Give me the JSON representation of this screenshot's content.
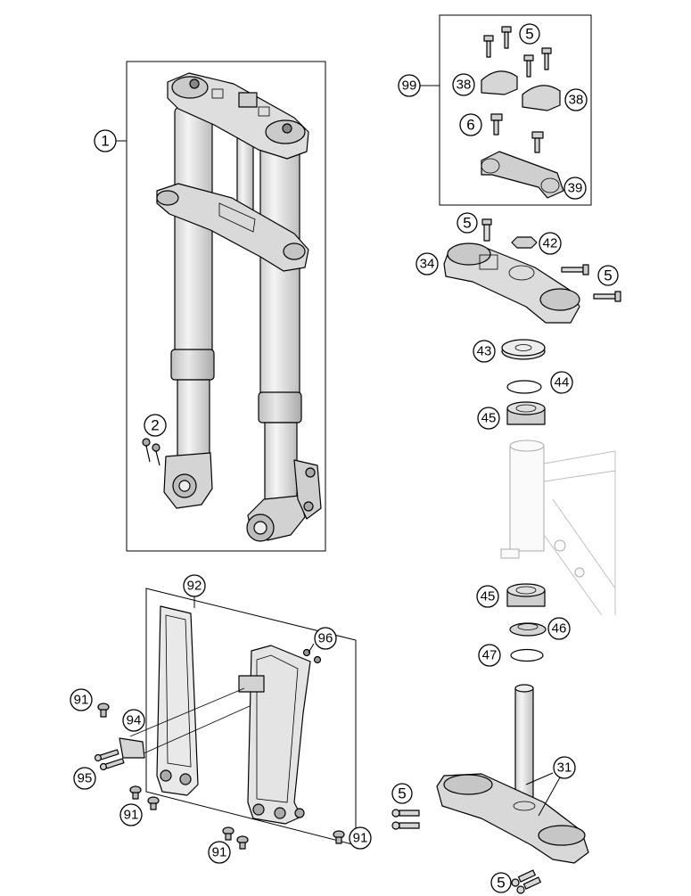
{
  "labels": [
    {
      "id": "1",
      "text": "1"
    },
    {
      "id": "2",
      "text": "2"
    },
    {
      "id": "5a",
      "text": "5"
    },
    {
      "id": "38a",
      "text": "38"
    },
    {
      "id": "38b",
      "text": "38"
    },
    {
      "id": "6",
      "text": "6"
    },
    {
      "id": "39",
      "text": "39"
    },
    {
      "id": "99",
      "text": "99"
    },
    {
      "id": "5b",
      "text": "5"
    },
    {
      "id": "42",
      "text": "42"
    },
    {
      "id": "34",
      "text": "34"
    },
    {
      "id": "5c",
      "text": "5"
    },
    {
      "id": "43",
      "text": "43"
    },
    {
      "id": "44",
      "text": "44"
    },
    {
      "id": "45a",
      "text": "45"
    },
    {
      "id": "45b",
      "text": "45"
    },
    {
      "id": "46",
      "text": "46"
    },
    {
      "id": "47",
      "text": "47"
    },
    {
      "id": "92",
      "text": "92"
    },
    {
      "id": "96",
      "text": "96"
    },
    {
      "id": "91a",
      "text": "91"
    },
    {
      "id": "94",
      "text": "94"
    },
    {
      "id": "95",
      "text": "95"
    },
    {
      "id": "91b",
      "text": "91"
    },
    {
      "id": "91c",
      "text": "91"
    },
    {
      "id": "91d",
      "text": "91"
    },
    {
      "id": "5d",
      "text": "5"
    },
    {
      "id": "31",
      "text": "31"
    },
    {
      "id": "5e",
      "text": "5"
    }
  ],
  "colors": {
    "part_fill": "#e6e6e6",
    "part_dark": "#bdbdbd",
    "ghost_stroke": "#aaaaaa",
    "line": "#000000"
  }
}
